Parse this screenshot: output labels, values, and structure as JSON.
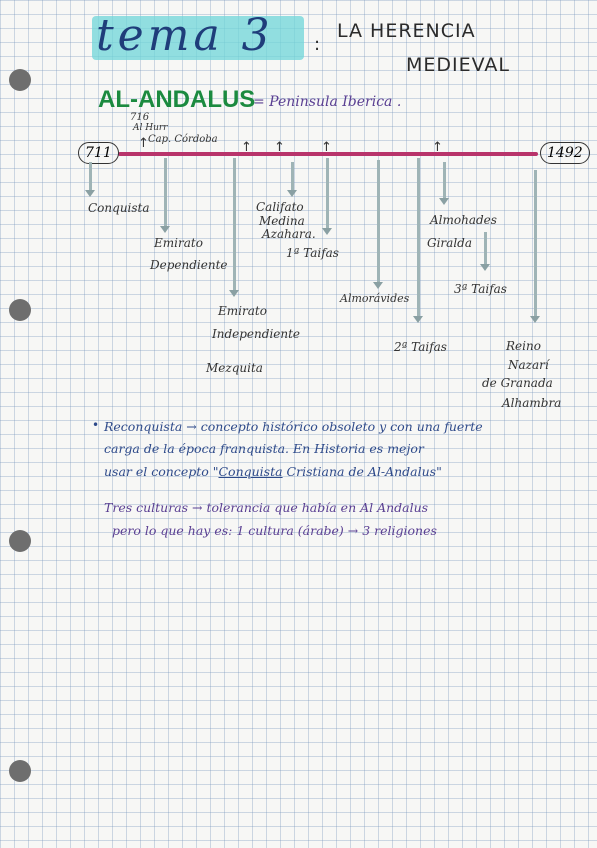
{
  "header": {
    "tema": "tema 3",
    "separator": ":",
    "title_line1": "LA HERENCIA",
    "title_line2": "MEDIEVAL"
  },
  "section": {
    "heading": "AL-ANDALUS",
    "subtitle": "= Peninsula Iberica ."
  },
  "timeline": {
    "start": "711",
    "end": "1492",
    "top_notes": [
      "716",
      "Al Hurr",
      "Cap. Córdoba"
    ],
    "bar_color": "#b8336a",
    "events": [
      {
        "label": "Conquista"
      },
      {
        "label_lines": [
          "Emirato",
          "Dependiente"
        ]
      },
      {
        "label_lines": [
          "Emirato",
          "Independiente"
        ]
      },
      {
        "label": "Mezquita"
      },
      {
        "label_lines": [
          "Califato",
          "Medina",
          "Azahara."
        ]
      },
      {
        "label": "1ª Taifas"
      },
      {
        "label": "Almorávides"
      },
      {
        "label": "2ª Taifas"
      },
      {
        "label_lines": [
          "Almohades",
          "Giralda"
        ]
      },
      {
        "label": "3ª Taifas"
      },
      {
        "label_lines": [
          "Reino",
          "Nazarí",
          "de Granada",
          "Alhambra"
        ]
      }
    ]
  },
  "notes": {
    "line1": "Reconquista → concepto histórico obsoleto y con una fuerte",
    "line2": "carga de la época franquista. En Historia es mejor",
    "line3_a": "usar el concepto \"",
    "line3_b": "Conquista",
    "line3_c": " Cristiana de Al-Andalus\"",
    "line4": "Tres culturas → tolerancia que había en Al Andalus",
    "line5": "pero lo que hay es: 1 cultura (árabe) → 3 religiones"
  },
  "colors": {
    "highlight": "#6fd6d8",
    "heading_green": "#1b8a3f",
    "ink_blue": "#2e4a8a",
    "ink_purple": "#5a3f92"
  }
}
